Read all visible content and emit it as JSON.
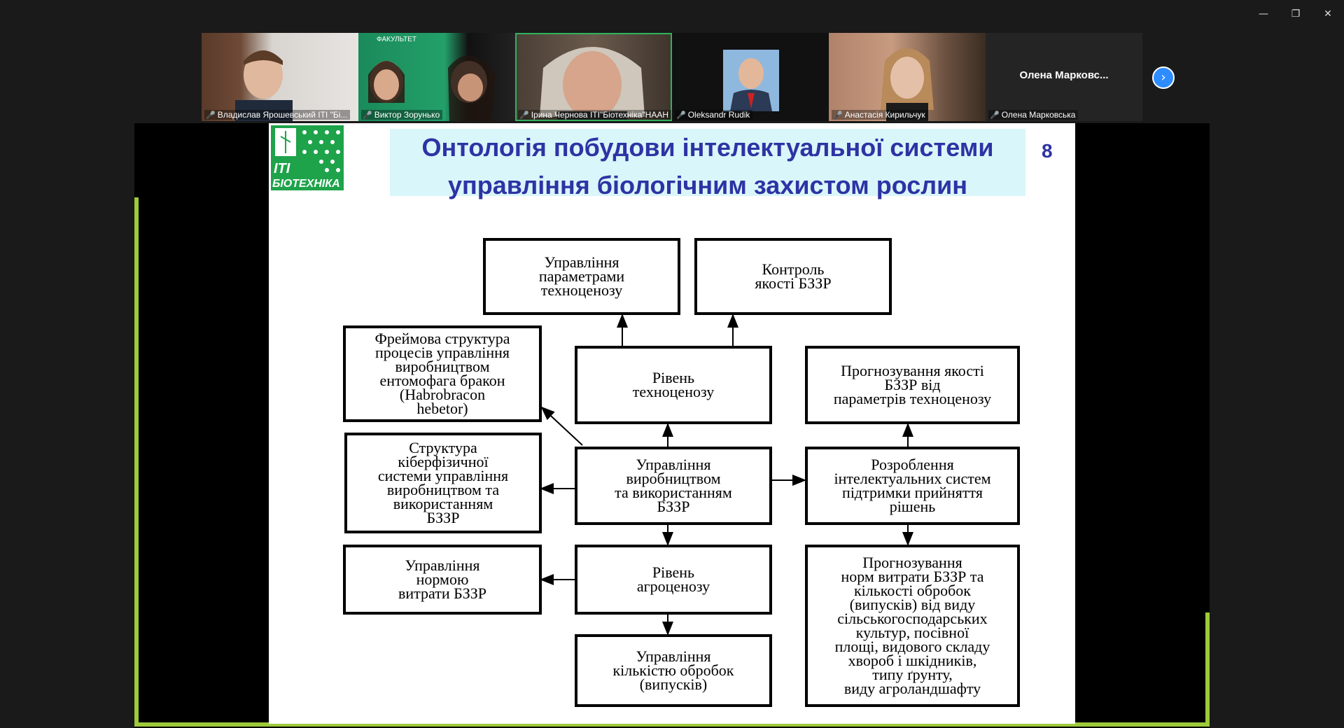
{
  "window": {
    "minimize": "—",
    "restore": "❐",
    "close": "✕"
  },
  "participants": [
    {
      "name": "Владислав Ярошевський  ІТІ \"Бі...",
      "muted": true
    },
    {
      "name": "Виктор Зорунько",
      "muted": true
    },
    {
      "name": "Ірина Чернова ІТІ\"Біотехніка\"НААН",
      "muted": true,
      "active": true
    },
    {
      "name": "Oleksandr Rudik",
      "muted": true
    },
    {
      "name": "Анастасія Кирильчук",
      "muted": true
    },
    {
      "name": "Олена Марковська",
      "muted": true,
      "display_name": "Олена  Марковс..."
    }
  ],
  "next_page_icon": "chevron-right-icon",
  "slide": {
    "title_line1": "Онтологія побудови інтелектуальної системи",
    "title_line2": "управління біологічним захистом рослин",
    "number": "8",
    "logo_text_1": "ІТІ",
    "logo_text_2": "БІОТЕХНІКА",
    "boxes": {
      "b1": "Управління\nпараметрами\nтехноценозу",
      "b2": "Контроль\nякості БЗЗР",
      "b3": "Фреймова структура\nпроцесів управління\nвиробництвом\nентомофага бракон\n(Habrobracon\nhebetor)",
      "b4": "Рівень\nтехноценозу",
      "b5": "Прогнозування якості\nБЗЗР від\nпараметрів техноценозу",
      "b6": "Структура\nкіберфізичної\nсистеми управління\nвиробництвом та\nвикористанням\nБЗЗР",
      "b7": "Управління\nвиробництвом\nта використанням\nБЗЗР",
      "b8": "Розроблення\nінтелектуальних систем\nпідтримки прийняття\nрішень",
      "b9": "Управління\nнормою\nвитрати БЗЗР",
      "b10": "Рівень\nагроценозу",
      "b11": "Прогнозування\nнорм витрати БЗЗР та\nкількості обробок\n(випусків) від виду\nсільськогосподарських\nкультур, посівної\nплощі, видового складу\nхвороб і шкідників,\nтипу ґрунту,\nвиду агроландшафту",
      "b12": "Управління\nкількістю обробок\n(випусків)"
    }
  },
  "colors": {
    "accent_green": "#9dc93a",
    "title_blue": "#2e33a4",
    "title_bg": "#d9f6fa",
    "zoom_blue": "#2d8cff"
  }
}
